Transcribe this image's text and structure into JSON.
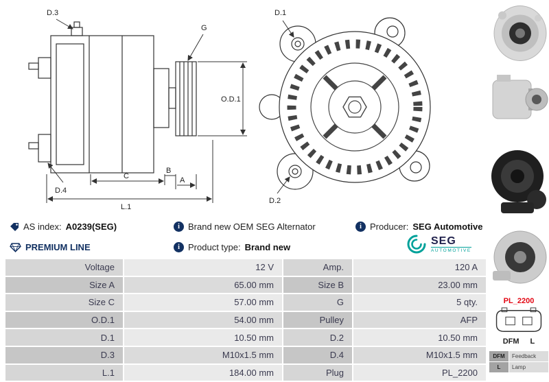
{
  "info": {
    "as_index_label": "AS index:",
    "as_index_value": "A0239(SEG)",
    "premium_line": "PREMIUM LINE",
    "brand_new": "Brand new OEM SEG Alternator",
    "producer_label": "Producer:",
    "producer_value": "SEG Automotive",
    "product_type_label": "Product type:",
    "product_type_value": "Brand new"
  },
  "logo": {
    "seg": "SEG",
    "automotive": "AUTOMOTIVE"
  },
  "drawings": {
    "side": {
      "d3": "D.3",
      "g": "G",
      "od1": "O.D.1",
      "d4": "D.4",
      "c": "C",
      "b": "B",
      "a": "A",
      "l1": "L.1"
    },
    "front": {
      "d1": "D.1",
      "d2": "D.2"
    }
  },
  "plug": {
    "code": "PL_2200",
    "pins": [
      "DFM",
      "L"
    ],
    "legend": [
      {
        "pin": "DFM",
        "desc": "Feedback"
      },
      {
        "pin": "L",
        "desc": "Lamp"
      }
    ]
  },
  "table": {
    "rows": [
      {
        "label1": "Voltage",
        "value1": "12 V",
        "label2": "Amp.",
        "value2": "120 A"
      },
      {
        "label1": "Size A",
        "value1": "65.00 mm",
        "label2": "Size B",
        "value2": "23.00 mm"
      },
      {
        "label1": "Size C",
        "value1": "57.00 mm",
        "label2": "G",
        "value2": "5 qty."
      },
      {
        "label1": "O.D.1",
        "value1": "54.00 mm",
        "label2": "Pulley",
        "value2": "AFP"
      },
      {
        "label1": "D.1",
        "value1": "10.50 mm",
        "label2": "D.2",
        "value2": "10.50 mm"
      },
      {
        "label1": "D.3",
        "value1": "M10x1.5 mm",
        "label2": "D.4",
        "value2": "M10x1.5 mm"
      },
      {
        "label1": "L.1",
        "value1": "184.00 mm",
        "label2": "Plug",
        "value2": "PL_2200"
      }
    ]
  },
  "colors": {
    "accent_navy": "#123162",
    "logo_teal": "#00a19a",
    "plug_red": "#e30613"
  }
}
